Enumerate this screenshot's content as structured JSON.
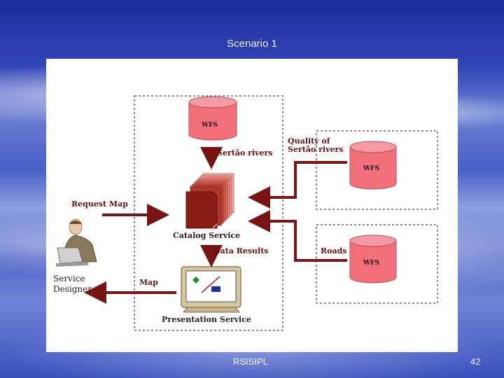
{
  "slide": {
    "title": "Scenario 1",
    "footer_left": "RSISIPL",
    "page_number": "42"
  },
  "diagram": {
    "wfs_top": "WFS",
    "sertao_rivers": "Sertão rivers",
    "quality_of": "Quality of",
    "quality_sertao": "Sertão rivers",
    "wfs_quality": "WFS",
    "request_map": "Request Map",
    "catalog_service": "Catalog Service",
    "data_results": "Data Results",
    "roads": "Roads",
    "wfs_roads": "WFS",
    "service": "Service",
    "designer": "Designer",
    "map": "Map",
    "presentation_service": "Presentation Service"
  },
  "colors": {
    "arrow": "#7a1414",
    "db_fill": "#f2707a",
    "catalog_front": "#8a1c14",
    "catalog_back": "#e8857e"
  },
  "icons": [
    "database-icon",
    "document-stack-icon",
    "computer-monitor-icon",
    "person-at-laptop-icon"
  ]
}
